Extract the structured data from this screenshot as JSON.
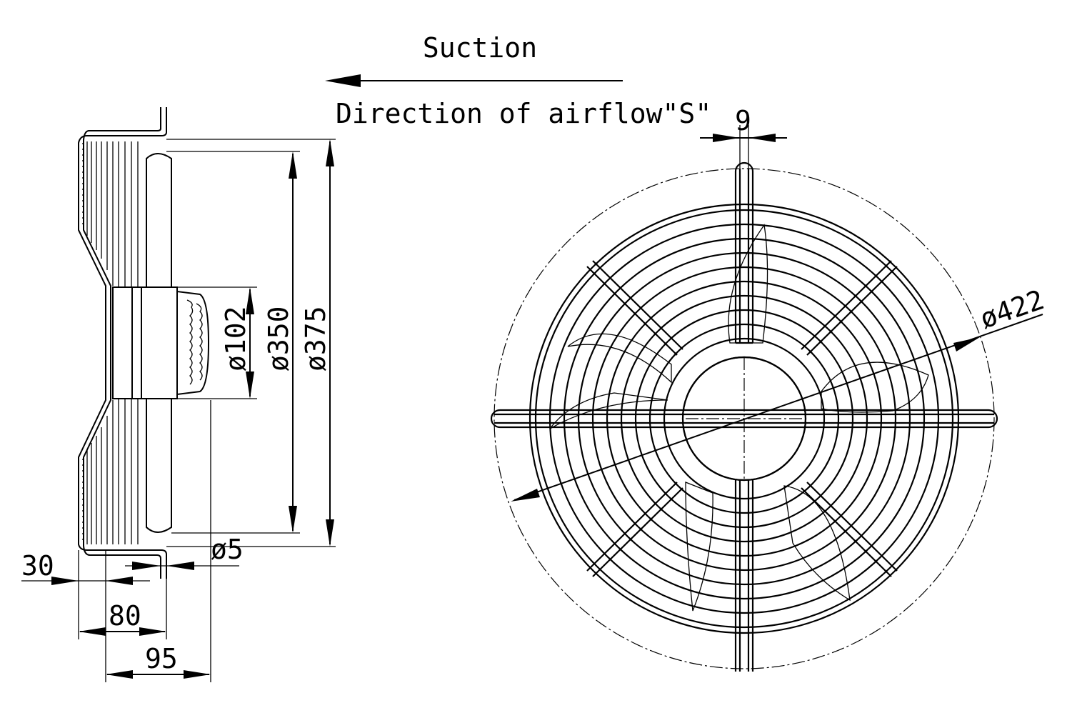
{
  "header": {
    "suction_label": "Suction",
    "airflow_label": "Direction of airflow\"S\""
  },
  "side_view": {
    "dim_d102": "ø102",
    "dim_d350": "ø350",
    "dim_d375": "ø375",
    "dim_d5": "ø5",
    "dim_30": "30",
    "dim_80": "80",
    "dim_95": "95"
  },
  "front_view": {
    "dim_9": "9",
    "dim_d422": "ø422"
  }
}
